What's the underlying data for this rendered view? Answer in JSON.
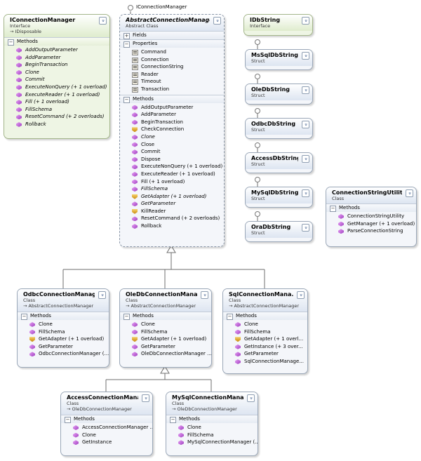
{
  "interface_lollipop": {
    "label": "IConnectionManager"
  },
  "boxes": {
    "iconnectionmanager": {
      "title": "IConnectionManager",
      "kind": "Interface",
      "inherits": "IDisposable",
      "sections": [
        {
          "name": "Methods",
          "items": [
            "AddOutputParameter",
            "AddParameter",
            "BeginTransaction",
            "Clone",
            "Commit",
            "ExecuteNonQuery (+ 1 overload)",
            "ExecuteReader (+ 1 overload)",
            "Fill (+ 1 overload)",
            "FillSchema",
            "ResetCommand (+ 2 overloads)",
            "Rollback"
          ]
        }
      ]
    },
    "abstract": {
      "title": "AbstractConnectionManager",
      "kind": "Abstract Class",
      "sections": [
        {
          "name": "Fields",
          "items": []
        },
        {
          "name": "Properties",
          "items": [
            "Command",
            "Connection",
            "ConnectionString",
            "Reader",
            "Timeout",
            "Transaction"
          ]
        },
        {
          "name": "Methods",
          "items": [
            "AddOutputParameter",
            "AddParameter",
            "BeginTransaction",
            "CheckConnection",
            "Clone",
            "Close",
            "Commit",
            "Dispose",
            "ExecuteNonQuery (+ 1 overload)",
            "ExecuteReader (+ 1 overload)",
            "Fill (+ 1 overload)",
            "FillSchema",
            "GetAdapter (+ 1 overload)",
            "GetParameter",
            "KillReader",
            "ResetCommand (+ 2 overloads)",
            "Rollback"
          ]
        }
      ]
    },
    "idbstring": {
      "title": "IDbString",
      "kind": "Interface"
    },
    "mssqldbstring": {
      "title": "MsSqlDbString",
      "kind": "Struct"
    },
    "oledbstring": {
      "title": "OleDbString",
      "kind": "Struct"
    },
    "odbcdbstring": {
      "title": "OdbcDbString",
      "kind": "Struct"
    },
    "accessdbstring": {
      "title": "AccessDbString",
      "kind": "Struct"
    },
    "mysqldbstring": {
      "title": "MySqlDbString",
      "kind": "Struct"
    },
    "oradbstring": {
      "title": "OraDbString",
      "kind": "Struct"
    },
    "connstrutil": {
      "title": "ConnectionStringUtility",
      "kind": "Class",
      "sections": [
        {
          "name": "Methods",
          "items": [
            "ConnectionStringUtility",
            "GetManager (+ 1 overload)",
            "ParseConnectionString"
          ]
        }
      ]
    },
    "odbc": {
      "title": "OdbcConnectionManager",
      "kind": "Class",
      "inherits": "AbstractConnectionManager",
      "sections": [
        {
          "name": "Methods",
          "items": [
            "Clone",
            "FillSchema",
            "GetAdapter (+ 1 overload)",
            "GetParameter",
            "OdbcConnectionManager  (..."
          ]
        }
      ]
    },
    "oledb": {
      "title": "OleDbConnectionManager",
      "kind": "Class",
      "inherits": "AbstractConnectionManager",
      "sections": [
        {
          "name": "Methods",
          "items": [
            "Clone",
            "FillSchema",
            "GetAdapter (+ 1 overload)",
            "GetParameter",
            "OleDbConnectionManager ..."
          ]
        }
      ]
    },
    "sql": {
      "title": "SqlConnectionMana...",
      "kind": "Class",
      "inherits": "AbstractConnectionManager",
      "sections": [
        {
          "name": "Methods",
          "items": [
            "Clone",
            "FillSchema",
            "GetAdapter (+ 1 overl...",
            "GetInstance (+ 3 over...",
            "GetParameter",
            "SqlConnectionManage..."
          ]
        }
      ]
    },
    "access": {
      "title": "AccessConnectionManager",
      "kind": "Class",
      "inherits": "OleDbConnectionManager",
      "sections": [
        {
          "name": "Methods",
          "items": [
            "AccessConnectionManager ...",
            "Clone",
            "GetInstance"
          ]
        }
      ]
    },
    "mysql": {
      "title": "MySqlConnectionManager",
      "kind": "Class",
      "inherits": "OleDbConnectionManager",
      "sections": [
        {
          "name": "Methods",
          "items": [
            "Clone",
            "FillSchema",
            "MySqlConnectionManager  (..."
          ]
        }
      ]
    }
  }
}
